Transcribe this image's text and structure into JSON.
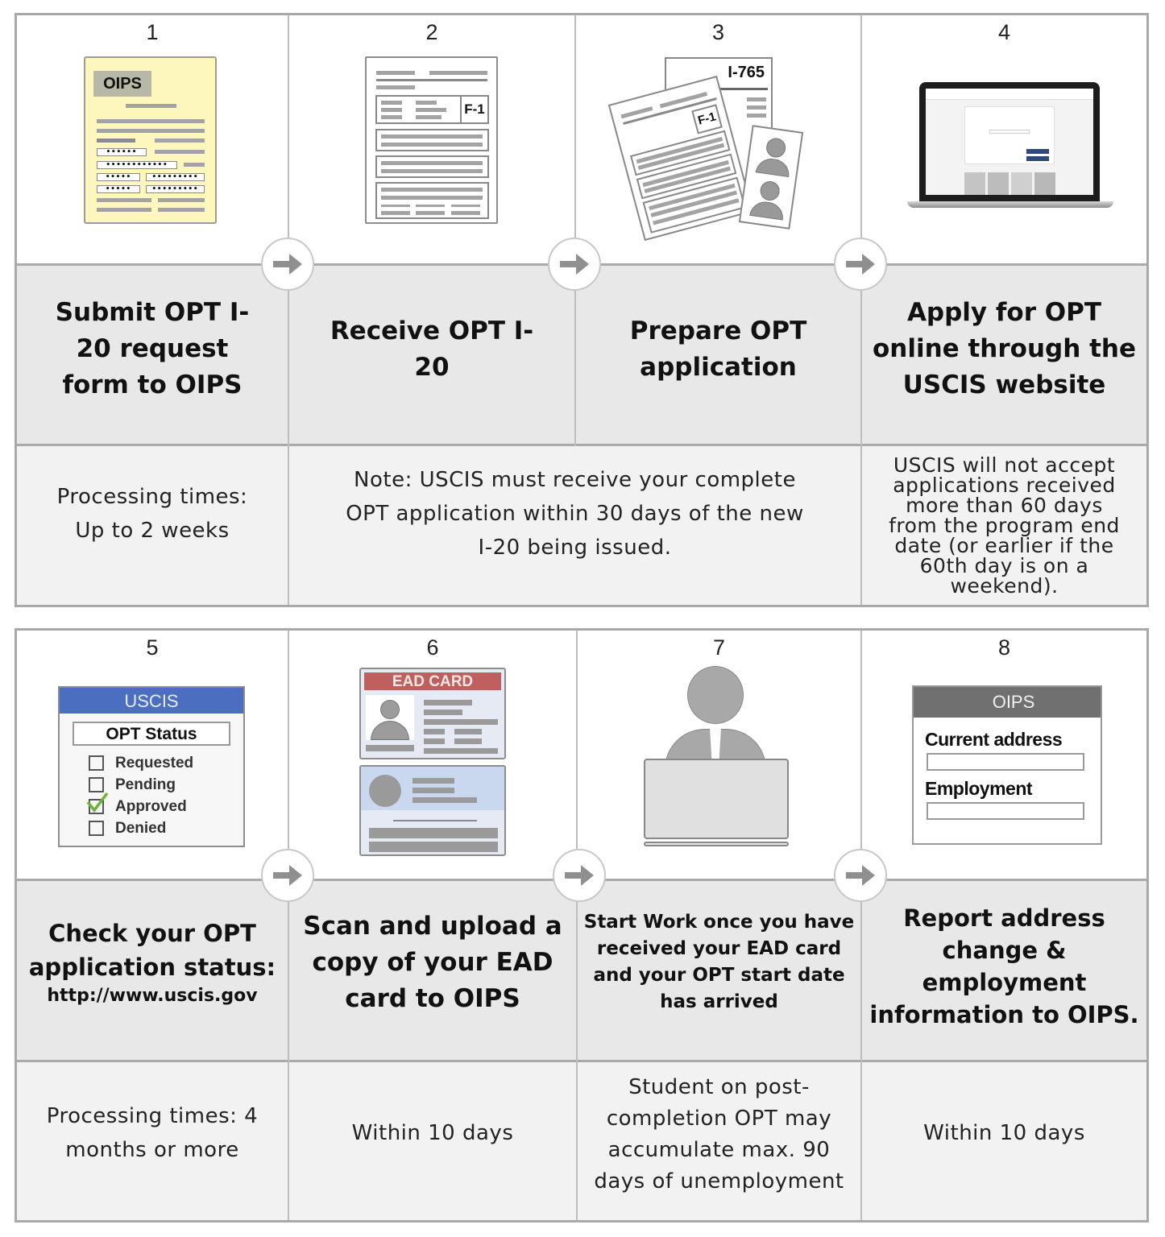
{
  "steps": [
    {
      "number": "1",
      "title": "Submit OPT I-20 request form to OIPS",
      "title_lines": [
        "Submit OPT I-",
        "20 request",
        "form to OIPS"
      ],
      "illustration": {
        "type": "oips-form-icon",
        "label": "OIPS"
      }
    },
    {
      "number": "2",
      "title": "Receive OPT I-20",
      "title_lines": [
        "Receive OPT I-",
        "20"
      ],
      "illustration": {
        "type": "i20-document-icon",
        "label": "F-1"
      }
    },
    {
      "number": "3",
      "title": "Prepare OPT application",
      "title_lines": [
        "Prepare OPT",
        "application"
      ],
      "illustration": {
        "type": "application-packet-icon",
        "labels": [
          "I-765",
          "F-1"
        ]
      }
    },
    {
      "number": "4",
      "title": "Apply for OPT online through the USCIS website",
      "title_lines": [
        "Apply for OPT",
        "online through the",
        "USCIS website"
      ],
      "illustration": {
        "type": "laptop-website-icon"
      }
    },
    {
      "number": "5",
      "title": "Check your OPT application status:",
      "title_lines": [
        "Check your OPT",
        "application status:"
      ],
      "url": "http://www.uscis.gov",
      "illustration": {
        "type": "status-card-icon",
        "header": "USCIS",
        "subheader": "OPT Status",
        "options": [
          {
            "label": "Requested",
            "checked": false
          },
          {
            "label": "Pending",
            "checked": false
          },
          {
            "label": "Approved",
            "checked": true
          },
          {
            "label": "Denied",
            "checked": false
          }
        ]
      }
    },
    {
      "number": "6",
      "title": "Scan and upload a copy of your EAD card to OIPS",
      "title_lines": [
        "Scan and upload a",
        "copy of your EAD",
        "card to OIPS"
      ],
      "illustration": {
        "type": "ead-card-icon",
        "label": "EAD CARD"
      }
    },
    {
      "number": "7",
      "title": "Start Work once you have received your EAD card and your OPT start date has arrived",
      "title_lines": [
        "Start Work once you have",
        "received your EAD card",
        "and your OPT start date",
        "has arrived"
      ],
      "illustration": {
        "type": "person-at-laptop-icon"
      }
    },
    {
      "number": "8",
      "title": "Report address change & employment information to OIPS.",
      "title_lines": [
        "Report address",
        "change &",
        "employment",
        "information to OIPS."
      ],
      "illustration": {
        "type": "oips-report-form-icon",
        "header": "OIPS",
        "fields": [
          "Current address",
          "Employment"
        ]
      }
    }
  ],
  "notes_top": [
    {
      "span": "step-1",
      "lines": [
        "Processing times:",
        "Up to 2 weeks"
      ]
    },
    {
      "span": "steps-2-3",
      "lines": [
        "Note: USCIS must receive your complete",
        "OPT application within 30 days of the new",
        "I-20 being issued."
      ]
    },
    {
      "span": "step-4",
      "lines": [
        "USCIS will not accept",
        "applications received",
        "more than 60 days",
        "from the program end",
        "date (or earlier if the",
        "60th day is on a",
        "weekend)."
      ]
    }
  ],
  "notes_bottom": [
    {
      "span": "step-5",
      "lines": [
        "Processing times: 4",
        "months or more"
      ]
    },
    {
      "span": "step-6",
      "lines": [
        "Within 10 days"
      ]
    },
    {
      "span": "step-7",
      "lines": [
        "Student on post-",
        "completion OPT may",
        "accumulate max. 90",
        "days of unemployment"
      ]
    },
    {
      "span": "step-8",
      "lines": [
        "Within 10 days"
      ]
    }
  ],
  "colors": {
    "border": "#a9a9a9",
    "title_bg": "#e8e8e8",
    "note_bg": "#f2f2f2",
    "oips_form_bg": "#fdf6bd",
    "uscis_header": "#4c6ec0",
    "ead_header": "#c0605e",
    "ead_card_bg": "#e6eaf5",
    "ead_band": "#c9d8ef",
    "check_green": "#6bb33a",
    "oips_report_header": "#707070",
    "icon_gray": "#a3a3a3"
  }
}
